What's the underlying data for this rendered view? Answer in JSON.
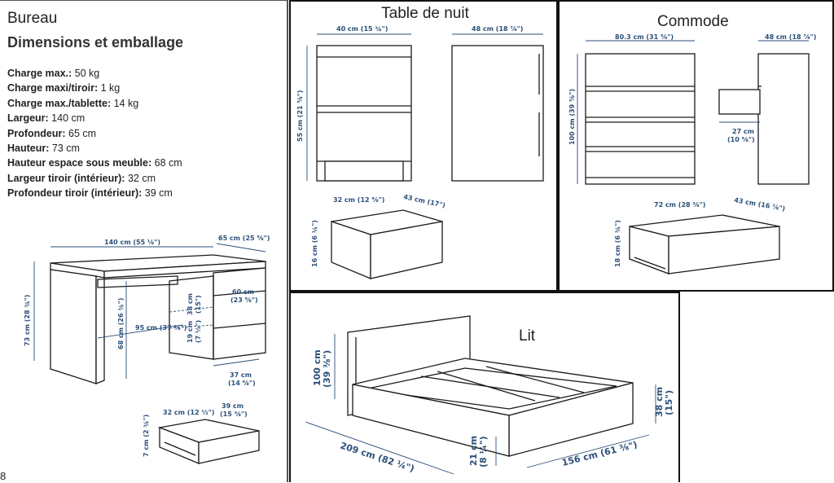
{
  "bureau": {
    "title": "Bureau",
    "subtitle": "Dimensions et emballage",
    "specs": [
      {
        "label": "Charge max.:",
        "value": " 50 kg"
      },
      {
        "label": "Charge maxi/tiroir:",
        "value": " 1 kg"
      },
      {
        "label": "Charge max./tablette:",
        "value": " 14 kg"
      },
      {
        "label": "Largeur:",
        "value": " 140 cm"
      },
      {
        "label": "Profondeur:",
        "value": " 65 cm"
      },
      {
        "label": "Hauteur:",
        "value": " 73 cm"
      },
      {
        "label": "Hauteur espace sous meuble:",
        "value": " 68 cm"
      },
      {
        "label": "Largeur tiroir (intérieur):",
        "value": " 32 cm"
      },
      {
        "label": "Profondeur tiroir (intérieur):",
        "value": " 39 cm"
      }
    ],
    "dims": {
      "width": "140 cm (55 ⅛\")",
      "depth": "65 cm (25 ⅝\")",
      "height": "73 cm (28 ¾\")",
      "under_height": "68 cm (26 ¾\")",
      "under_width": "95 cm (37 ⅜\")",
      "drawer_top_h1": "38 cm",
      "drawer_top_h2": "(15\")",
      "drawer_bot_h1": "19 cm",
      "drawer_bot_h2": "(7 ½\")",
      "cab_width1": "60 cm",
      "cab_width2": "(23 ⅝\")",
      "cab_depth1": "37 cm",
      "cab_depth2": "(14 ⅝\")",
      "drawer_w": "32 cm (12 ½\")",
      "drawer_d1": "39 cm",
      "drawer_d2": "(15 ⅜\")",
      "drawer_h": "7 cm (2 ¾\")"
    },
    "page_fragment": "8"
  },
  "table_de_nuit": {
    "title": "Table de nuit",
    "dims": {
      "width": "40 cm (15 ¾\")",
      "depth": "48 cm (18 ⅞\")",
      "height": "55 cm (21 ⅝\")",
      "drawer_w": "32 cm (12 ⅝\")",
      "drawer_d": "43 cm (17\")",
      "drawer_h": "16 cm (6 ¼\")"
    }
  },
  "commode": {
    "title": "Commode",
    "dims": {
      "width": "80.3 cm (31 ⅝\")",
      "depth": "48 cm (18 ⅞\")",
      "height": "100 cm (39 ⅜\")",
      "ext1": "27 cm",
      "ext2": "(10 ⅝\")",
      "drawer_w": "72 cm (28 ⅜\")",
      "drawer_d": "43 cm (16 ⅞\")",
      "drawer_h": "18 cm (6 ¾\")"
    }
  },
  "lit": {
    "title": "Lit",
    "dims": {
      "height1": "100 cm",
      "height2": "(39 ⅜\")",
      "length": "209 cm (82 ¼\")",
      "width": "156 cm (61 ⅜\")",
      "side1": "38 cm",
      "side2": "(15\")",
      "clear1": "21 cm",
      "clear2": "(8 ¼\")"
    }
  }
}
